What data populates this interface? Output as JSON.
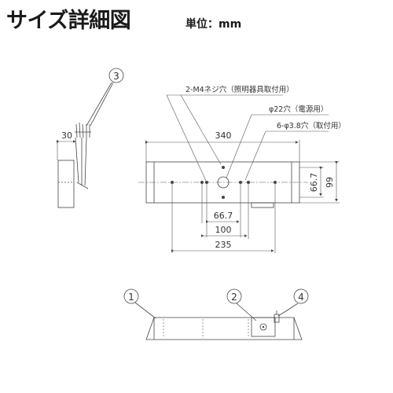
{
  "header": {
    "title": "サイズ詳細図",
    "unit_label": "単位：mm"
  },
  "callouts": {
    "top_view": "3",
    "part_1": "1",
    "part_2": "2",
    "part_4": "4"
  },
  "annotations": {
    "m4_screw_hole": "2-M4ネジ穴（照明器具取付用）",
    "phi22_hole": "φ22穴（電源用）",
    "phi38_holes": "6-φ3.8穴（取付用）"
  },
  "dimensions": {
    "cable_length": "30",
    "overall_width": "340",
    "height_inner": "66.7",
    "height_outer": "99",
    "hole_spacing_small": "66.7",
    "hole_spacing_mid": "100",
    "hole_spacing_large": "235"
  }
}
